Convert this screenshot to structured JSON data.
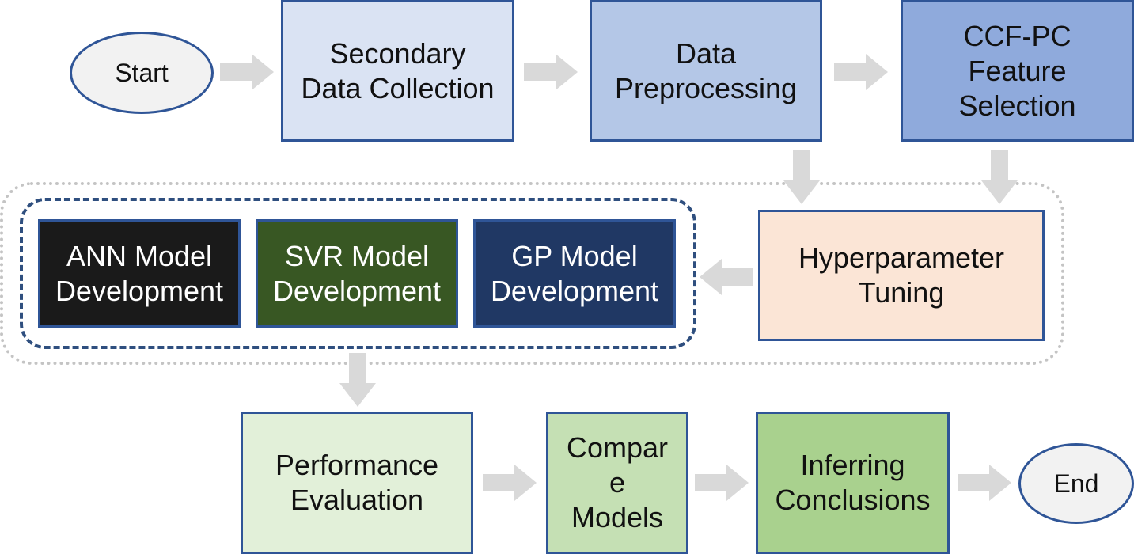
{
  "diagram": {
    "start": "Start",
    "end": "End",
    "steps": {
      "secondary_data_collection": "Secondary\nData Collection",
      "data_preprocessing": "Data\nPreprocessing",
      "ccf_pc_feature_selection": "CCF-PC\nFeature\nSelection",
      "hyperparameter_tuning": "Hyperparameter\nTuning",
      "ann_model": "ANN Model\nDevelopment",
      "svr_model": "SVR Model\nDevelopment",
      "gp_model": "GP Model\nDevelopment",
      "performance_evaluation": "Performance\nEvaluation",
      "compare_models": "Compar\ne\nModels",
      "inferring_conclusions": "Inferring\nConclusions"
    },
    "colors": {
      "border": "#2f5597",
      "oval_fill": "#f2f2f2",
      "secondary_data_collection": "#dae3f3",
      "data_preprocessing": "#b4c7e7",
      "ccf_pc_feature_selection": "#8faadc",
      "hyperparameter_tuning": "#fbe5d6",
      "ann_model": "#1a1a1a",
      "svr_model": "#385723",
      "gp_model": "#203864",
      "performance_evaluation": "#e2f0d9",
      "compare_models": "#c5e0b4",
      "inferring_conclusions": "#a9d18e",
      "arrow": "#d9d9d9"
    }
  }
}
